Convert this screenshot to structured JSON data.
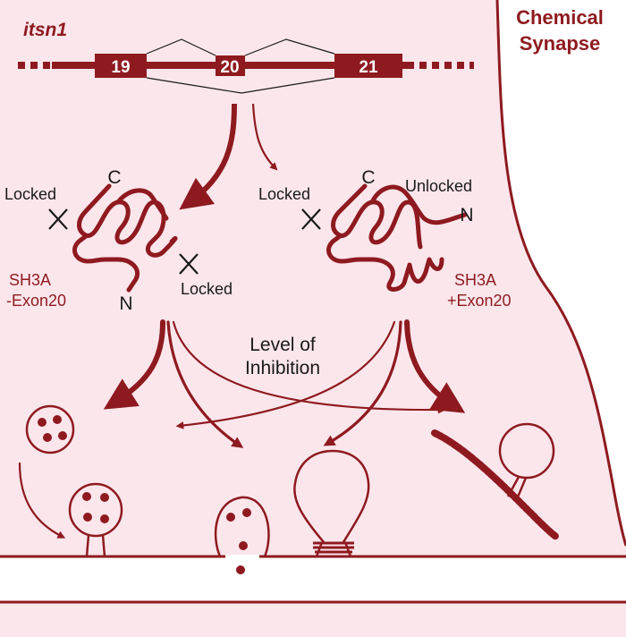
{
  "gene": {
    "name": "itsn1",
    "exons": [
      "19",
      "20",
      "21"
    ]
  },
  "context": {
    "title_line1": "Chemical",
    "title_line2": "Synapse"
  },
  "isoform_left": {
    "terminal_c": "C",
    "terminal_n": "N",
    "lock_top": "Locked",
    "lock_bottom": "Locked",
    "name_line1": "SH3A",
    "name_line2": "-Exon20"
  },
  "isoform_right": {
    "terminal_c": "C",
    "terminal_n": "N",
    "lock_left": "Locked",
    "unlock_label": "Unlocked",
    "name_line1": "SH3A",
    "name_line2": "+Exon20"
  },
  "center_label": {
    "line1": "Level of",
    "line2": "Inhibition"
  },
  "colors": {
    "dark_red": "#8e1a1f",
    "cell_fill": "#fbe6ec",
    "cell_border": "#8e1a1f",
    "cleft": "#ffffff",
    "text_dark": "#1a1a1a"
  }
}
